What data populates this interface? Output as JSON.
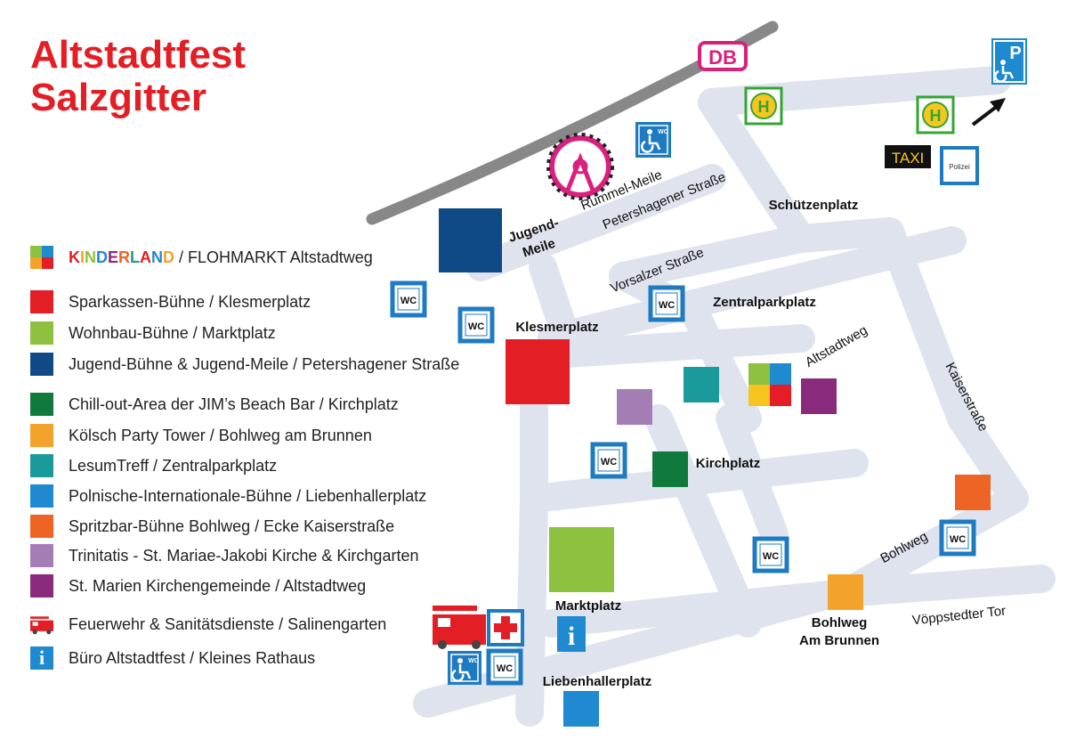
{
  "title": {
    "line1": "Altstadtfest",
    "line2": "Salzgitter"
  },
  "colors": {
    "road": "#dfe3ee",
    "rail": "#888888",
    "wc_blue": "#1e7bc2",
    "red": "#e31e24",
    "green_light": "#8dc13f",
    "navy": "#0f4a86",
    "green_dark": "#107a3c",
    "orange": "#f3a22c",
    "teal": "#1a9a9a",
    "blue": "#1f8ad0",
    "orange_dark": "#ee6424",
    "lilac": "#a57db5",
    "purple": "#8a2a7c",
    "db_pink": "#d9207d",
    "bus_green": "#33a532"
  },
  "legend": {
    "kinderland_word": [
      "K",
      "I",
      "N",
      "D",
      "E",
      "R",
      "L",
      "A",
      "N",
      "D"
    ],
    "kinderland_rest": " / FLOHMARKT Altstadtweg",
    "items": [
      {
        "label": "Sparkassen-Bühne / Klesmerplatz",
        "color": "#e31e24"
      },
      {
        "label": "Wohnbau-Bühne / Marktplatz",
        "color": "#8dc13f"
      },
      {
        "label": "Jugend-Bühne & Jugend-Meile / Petershagener Straße",
        "color": "#0f4a86"
      },
      {
        "label": "Chill-out-Area der JIM’s Beach Bar / Kirchplatz",
        "color": "#107a3c"
      },
      {
        "label": "Kölsch Party Tower / Bohlweg am Brunnen",
        "color": "#f3a22c"
      },
      {
        "label": "LesumTreff / Zentralparkplatz",
        "color": "#1a9a9a"
      },
      {
        "label": "Polnische-Internationale-Bühne / Liebenhallerplatz",
        "color": "#1f8ad0"
      },
      {
        "label": "Spritzbar-Bühne Bohlweg / Ecke Kaiserstraße",
        "color": "#ee6424"
      },
      {
        "label": "Trinitatis - St. Mariae-Jakobi Kirche & Kirchgarten",
        "color": "#a57db5"
      },
      {
        "label": "St. Marien Kirchengemeinde / Altstadtweg",
        "color": "#8a2a7c"
      }
    ],
    "fire": "Feuerwehr & Sanitätsdienste / Salinengarten",
    "info": "Büro Altstadtfest / Kleines Rathaus"
  },
  "map_labels": {
    "jugend_meile_1": "Jugend-",
    "jugend_meile_2": "Meile",
    "rummel_meile": "Rummel-Meile",
    "petershagener": "Petershagener Straße",
    "vorsalzer": "Vorsalzer Straße",
    "schuetzenplatz": "Schützenplatz",
    "zentralparkplatz": "Zentralparkplatz",
    "klesmerplatz": "Klesmerplatz",
    "altstadtweg": "Altstadtweg",
    "kaiserstrasse": "Kaiserstraße",
    "kirchplatz": "Kirchplatz",
    "bohlweg": "Bohlweg",
    "marktplatz": "Marktplatz",
    "bohlweg_brunnen_1": "Bohlweg",
    "bohlweg_brunnen_2": "Am Brunnen",
    "voeppstedter": "Vöppstedter Tor",
    "liebenhallerplatz": "Liebenhallerplatz"
  },
  "icons": {
    "wc": "WC",
    "db": "DB",
    "taxi": "TAXI",
    "bus": "H",
    "polizei": "Polizei",
    "parking": "P",
    "info": "i"
  }
}
